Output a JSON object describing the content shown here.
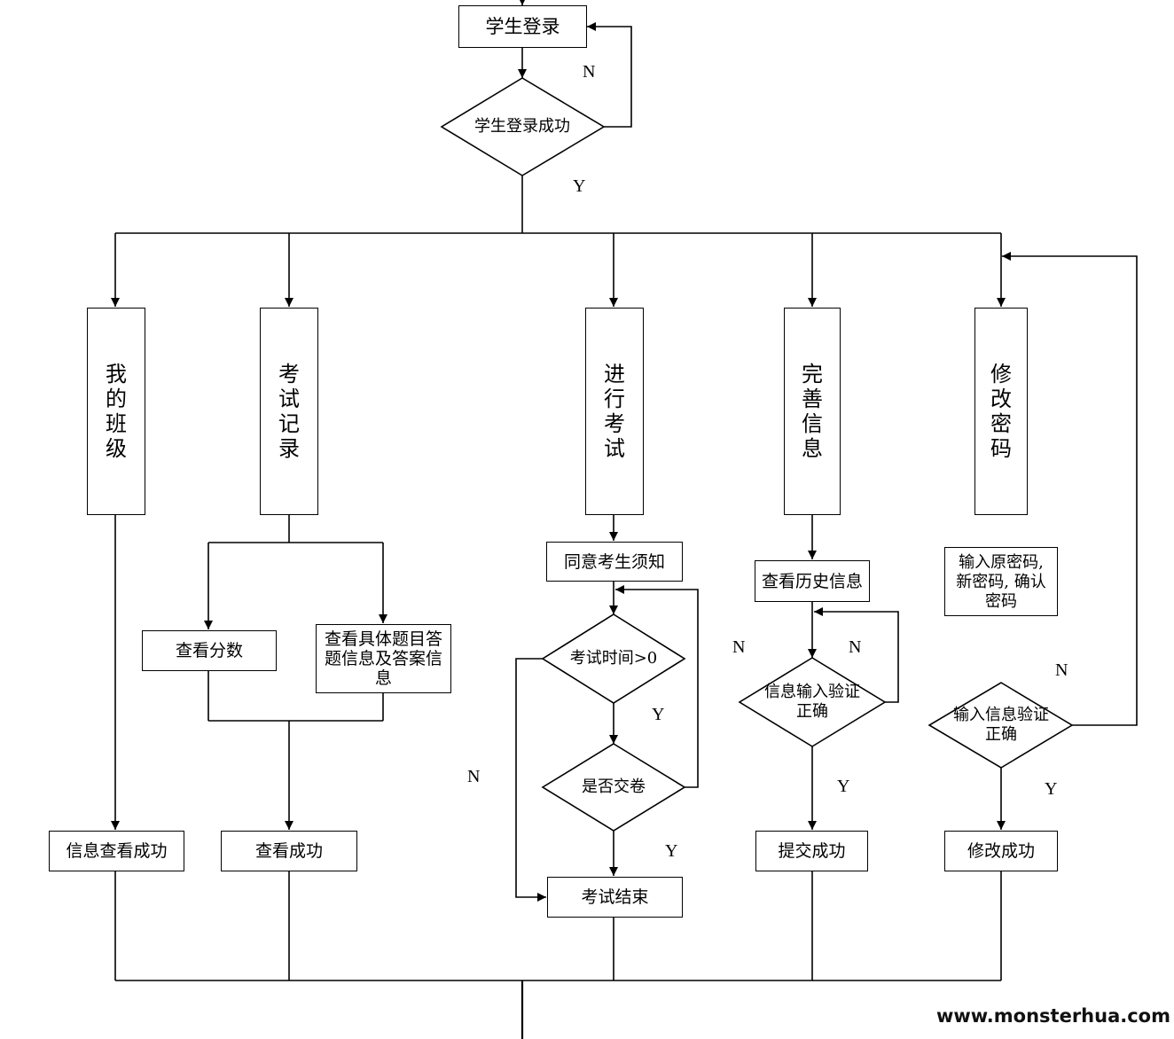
{
  "login": "学生登录",
  "login_check": "学生登录成功",
  "modules": {
    "my_class": "我的班级",
    "exam_record": "考试记录",
    "take_exam": "进行考试",
    "improve_info": "完善信息",
    "change_password": "修改密码"
  },
  "my_class_ok": "信息查看成功",
  "record": {
    "view_score": "查看分数",
    "view_detail": "查看具体题目答题信息及答案信息",
    "ok": "查看成功"
  },
  "exam": {
    "agree": "同意考生须知",
    "time_check": "考试时间>0",
    "submitted_check": "是否交卷",
    "end": "考试结束"
  },
  "info": {
    "view_history": "查看历史信息",
    "verify": "信息输入验证正确",
    "ok": "提交成功"
  },
  "password": {
    "input_note": "输入原密码,\n新密码, 确认\n密码",
    "verify": "输入信息验证\n正确",
    "ok": "修改成功"
  },
  "labels": {
    "yes": "Y",
    "no": "N"
  },
  "watermark": "www.monsterhua.com"
}
